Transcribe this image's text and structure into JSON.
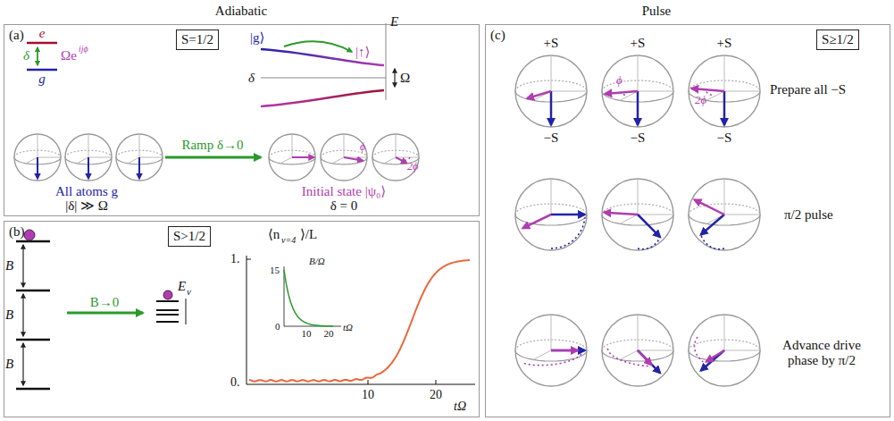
{
  "diagram": {
    "nodes": [
      {
        "text": [
          "(a)"
        ]
      },
      {
        "text": [
          "(b)"
        ]
      },
      {
        "text": [
          "(c)"
        ]
      },
      {
        "text": [
          "S=1/2"
        ],
        "in": 0
      },
      {
        "text": [
          "S>1/2"
        ],
        "in": 1
      },
      {
        "text": [
          "S≥1/2"
        ],
        "in": 2
      }
    ],
    "labels": [
      "Adiabatic",
      "Pulse",
      "e",
      "g",
      "δ",
      "Ωe",
      "ijϕ",
      "E",
      "|g⟩",
      "|↑⟩",
      "δ",
      "Ω",
      "Ramp δ→0",
      "All atoms g",
      "|δ| ≫ Ω",
      "Initial state |ψ₀⟩",
      "δ = 0",
      "ϕ",
      "2ϕ",
      "B",
      "B",
      "B",
      "B→0",
      "E",
      "ν",
      "⟨n",
      "ν=4",
      "⟩/L",
      "1.",
      "0.",
      "10",
      "20",
      "tΩ",
      "B/Ω",
      "15",
      "0",
      "10",
      "20",
      "tΩ",
      "+S",
      "+S",
      "+S",
      "−S",
      "−S",
      "−S",
      "ϕ",
      "2ϕ",
      "Prepare all −S",
      "π/2 pulse",
      "Advance drive phase by π/2"
    ]
  }
}
